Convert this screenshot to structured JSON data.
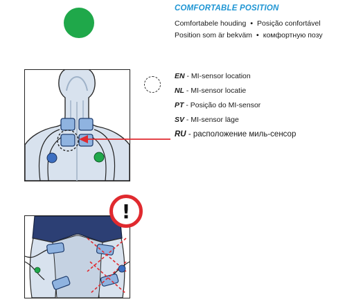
{
  "comfort": {
    "title": "COMFORTABLE POSITION",
    "line1_a": "Comfortabele houding",
    "line1_b": "Posição confortável",
    "line2_a": "Position som är bekväm",
    "line2_b": "комфортную позу",
    "bullet": "•"
  },
  "locations": [
    {
      "code": "EN",
      "text": " - MI-sensor location"
    },
    {
      "code": "NL",
      "text": " - MI-sensor locatie"
    },
    {
      "code": "PT",
      "text": " - Posição do MI-sensor"
    },
    {
      "code": "SV",
      "text": " - MI-sensor läge"
    },
    {
      "code": "RU",
      "text": " - расположение миль-сенсор"
    }
  ],
  "warning": {
    "symbol": "!"
  },
  "colors": {
    "accent_blue": "#1e95d3",
    "status_green": "#1fa84a",
    "warning_red": "#e02a2f",
    "electrode_blue": "#3d6fc1",
    "shorts_navy": "#2c3f74"
  },
  "icons": {
    "status": "green-status-dot",
    "sensor_location": "dashed-circle-icon",
    "warning": "exclamation-warning-icon"
  }
}
